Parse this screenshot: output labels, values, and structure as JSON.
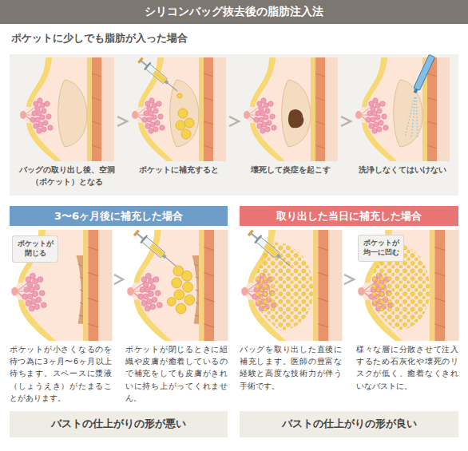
{
  "diagram": {
    "title": "シリコンバッグ抜去後の脂肪注入法",
    "nodes": [
      {
        "text": [
          "シリコンバッグ抜去後の脂肪注入法"
        ]
      },
      {
        "text": [
          "ポケットに少しでも脂肪が入った場合"
        ]
      },
      {
        "text": [
          "バッグの取り出し後、空洞（ポケット）となる"
        ],
        "in": 1
      },
      {
        "text": [
          "ポケットに補充すると"
        ],
        "in": 1
      },
      {
        "text": [
          "壊死して炎症を起こす"
        ],
        "in": 1
      },
      {
        "text": [
          "洗浄しなくてはいけない"
        ],
        "in": 1
      },
      {
        "text": [
          "3〜6ヶ月後に補充した場合"
        ]
      },
      {
        "text": [
          "ポケットが小さくなるのを待つ為に3ヶ月〜6ヶ月以上待ちます。スペースに漿液（しょうえき）がたまることがあります。"
        ]
      },
      {
        "text": [
          "ポケットが閉じる"
        ],
        "in": 7
      },
      {
        "text": [
          "ポケットが閉じるときに組織や皮膚が癒着しているので補充をしても皮膚がきれいに持ち上がってくれません。"
        ]
      },
      {
        "text": [
          "バストの仕上がりの形が悪い"
        ]
      },
      {
        "text": [
          "取り出した当日に補充した場合"
        ]
      },
      {
        "text": [
          "バッグを取り出した直後に補充します。医師の豊富な経験と高度な技術力が伴う手術です。"
        ]
      },
      {
        "text": [
          "様々な層に分散させて注入するため石灰化や壊死のリスクが低く、癒着なくきれいなバストに。"
        ]
      },
      {
        "text": [
          "ポケットが均一に凹む"
        ],
        "in": 13
      },
      {
        "text": [
          "バストの仕上がりの形が良い"
        ]
      }
    ],
    "edges": [
      {
        "from": 2,
        "to": 3,
        "arrow": "to"
      },
      {
        "from": 3,
        "to": 4,
        "arrow": "to"
      },
      {
        "from": 4,
        "to": 5,
        "arrow": "to"
      },
      {
        "from": 7,
        "to": 9,
        "arrow": "to"
      },
      {
        "from": 12,
        "to": 13,
        "arrow": "to"
      }
    ]
  }
}
